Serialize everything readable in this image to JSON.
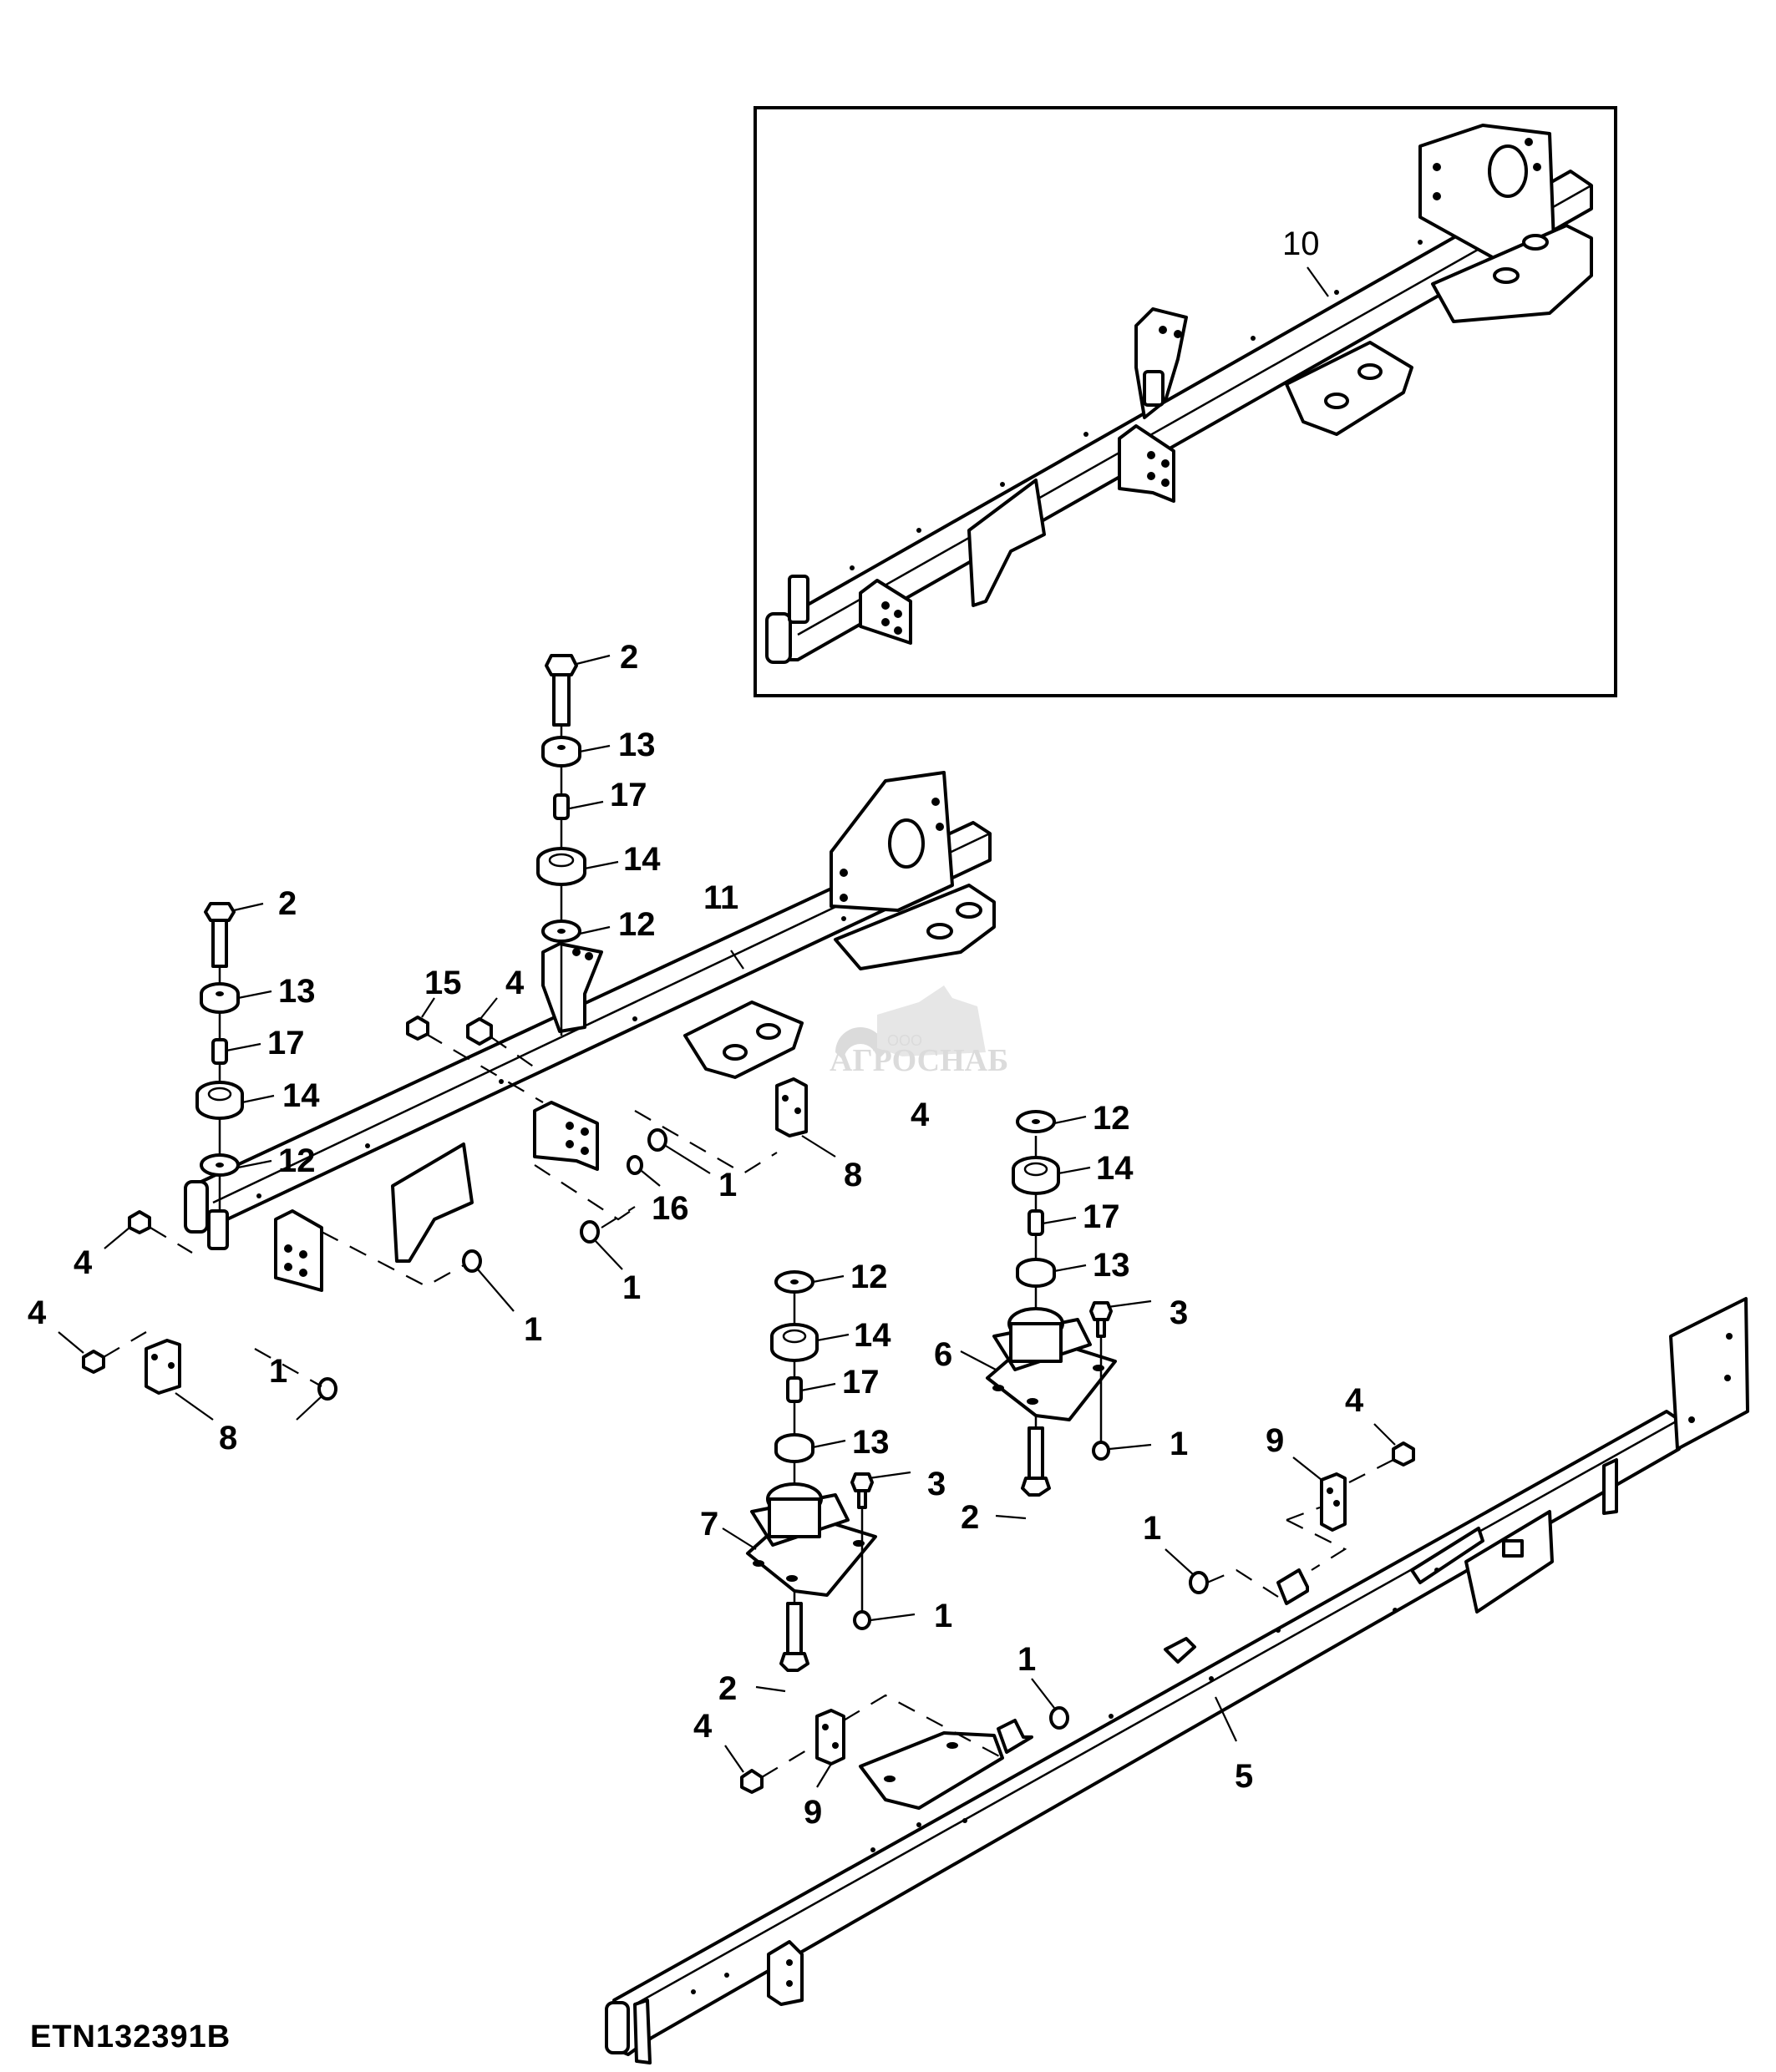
{
  "diagram": {
    "title": "Exploded parts diagram – frame rails and isolator mounts",
    "reference_code": "ETN132391B",
    "watermark": {
      "company_prefix": "ООО",
      "company_name": "АГРОСНАБ",
      "color": "#9a9a9a"
    },
    "inset": {
      "callouts": [
        {
          "id": "c10",
          "label": "10",
          "part": "frame rail assembly (complete)"
        }
      ]
    },
    "callouts": [
      {
        "id": "c2a",
        "label": "2",
        "part": "bolt"
      },
      {
        "id": "c13a",
        "label": "13",
        "part": "washer"
      },
      {
        "id": "c17a",
        "label": "17",
        "part": "spacer sleeve"
      },
      {
        "id": "c14a",
        "label": "14",
        "part": "rubber isolator"
      },
      {
        "id": "c12a",
        "label": "12",
        "part": "washer"
      },
      {
        "id": "c11",
        "label": "11",
        "part": "front frame rail"
      },
      {
        "id": "c2b",
        "label": "2",
        "part": "bolt"
      },
      {
        "id": "c13b",
        "label": "13",
        "part": "washer"
      },
      {
        "id": "c17b",
        "label": "17",
        "part": "spacer sleeve"
      },
      {
        "id": "c14b",
        "label": "14",
        "part": "rubber isolator"
      },
      {
        "id": "c12b",
        "label": "12",
        "part": "washer"
      },
      {
        "id": "c15",
        "label": "15",
        "part": "screw"
      },
      {
        "id": "c4a",
        "label": "4",
        "part": "cap screw"
      },
      {
        "id": "c4b",
        "label": "4",
        "part": "cap screw"
      },
      {
        "id": "c4c",
        "label": "4",
        "part": "cap screw"
      },
      {
        "id": "c4d",
        "label": "4",
        "part": "cap screw"
      },
      {
        "id": "c1a",
        "label": "1",
        "part": "nut"
      },
      {
        "id": "c1b",
        "label": "1",
        "part": "nut"
      },
      {
        "id": "c1c",
        "label": "1",
        "part": "nut"
      },
      {
        "id": "c1d",
        "label": "1",
        "part": "nut"
      },
      {
        "id": "c16",
        "label": "16",
        "part": "nut"
      },
      {
        "id": "c8a",
        "label": "8",
        "part": "plate"
      },
      {
        "id": "c8b",
        "label": "8",
        "part": "plate"
      },
      {
        "id": "c12c",
        "label": "12",
        "part": "washer"
      },
      {
        "id": "c14c",
        "label": "14",
        "part": "rubber isolator"
      },
      {
        "id": "c17c",
        "label": "17",
        "part": "spacer sleeve"
      },
      {
        "id": "c13c",
        "label": "13",
        "part": "washer"
      },
      {
        "id": "c3a",
        "label": "3",
        "part": "cap screw"
      },
      {
        "id": "c6",
        "label": "6",
        "part": "isolator mount (right)"
      },
      {
        "id": "c1e",
        "label": "1",
        "part": "nut"
      },
      {
        "id": "c2c",
        "label": "2",
        "part": "bolt"
      },
      {
        "id": "c12d",
        "label": "12",
        "part": "washer"
      },
      {
        "id": "c14d",
        "label": "14",
        "part": "rubber isolator"
      },
      {
        "id": "c17d",
        "label": "17",
        "part": "spacer sleeve"
      },
      {
        "id": "c13d",
        "label": "13",
        "part": "washer"
      },
      {
        "id": "c3b",
        "label": "3",
        "part": "cap screw"
      },
      {
        "id": "c7",
        "label": "7",
        "part": "isolator mount (left)"
      },
      {
        "id": "c1f",
        "label": "1",
        "part": "nut"
      },
      {
        "id": "c2d",
        "label": "2",
        "part": "bolt"
      },
      {
        "id": "c9a",
        "label": "9",
        "part": "plate"
      },
      {
        "id": "c4e",
        "label": "4",
        "part": "cap screw"
      },
      {
        "id": "c1g",
        "label": "1",
        "part": "nut"
      },
      {
        "id": "c1h",
        "label": "1",
        "part": "nut"
      },
      {
        "id": "c4f",
        "label": "4",
        "part": "cap screw"
      },
      {
        "id": "c9b",
        "label": "9",
        "part": "plate"
      },
      {
        "id": "c5",
        "label": "5",
        "part": "rear frame rail"
      }
    ]
  }
}
